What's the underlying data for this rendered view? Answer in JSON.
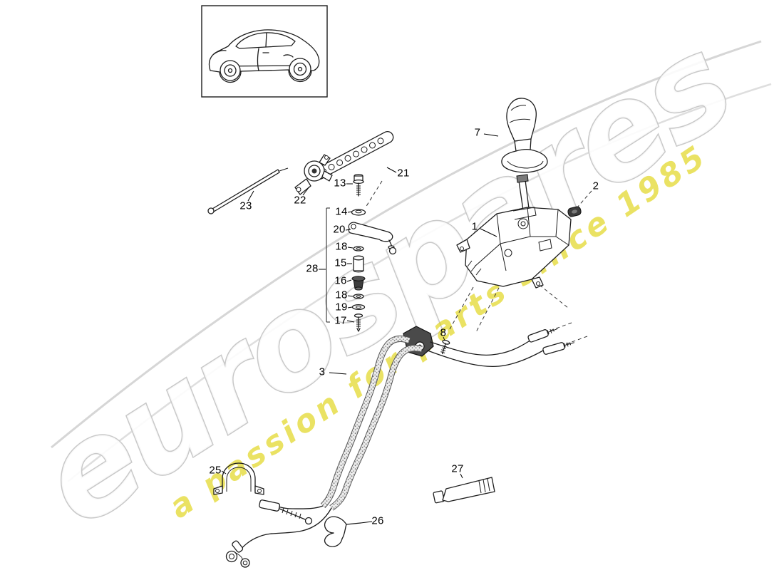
{
  "watermark": {
    "brand": "eurospares",
    "tagline": "a passion for parts since 1985"
  },
  "diagram": {
    "labels": {
      "p1": "1",
      "p2": "2",
      "p3": "3",
      "p7": "7",
      "p8": "8",
      "p13": "13",
      "p14": "14",
      "p15": "15",
      "p16": "16",
      "p17": "17",
      "p18a": "18",
      "p18b": "18",
      "p19": "19",
      "p20": "20",
      "p21": "21",
      "p22": "22",
      "p23": "23",
      "p25": "25",
      "p26": "26",
      "p27": "27",
      "p28": "28"
    }
  }
}
